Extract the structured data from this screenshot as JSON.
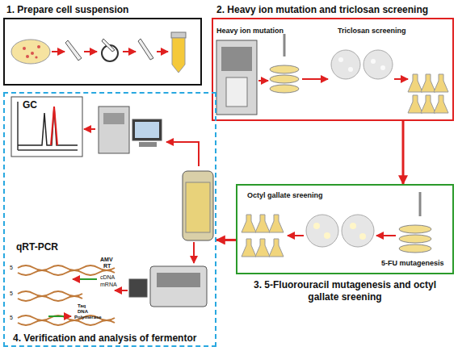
{
  "diagram": {
    "nodes": [
      {
        "text": [
          "1. Prepare cell suspension"
        ]
      },
      {
        "text": [
          "2. Heavy ion mutation and triclosan screening"
        ]
      },
      {
        "text": [
          "3. 5-Fluorouracil mutagenesis and octyl gallate sreening"
        ]
      },
      {
        "text": [
          "4. Verification and analysis of fermentor"
        ]
      }
    ],
    "edges": [
      {
        "from": 1,
        "to": 2,
        "arrow": "to"
      },
      {
        "from": 2,
        "to": 3,
        "arrow": "to"
      }
    ],
    "labels": [
      "Heavy ion mutation",
      "Triclosan screening",
      "Octyl gallate sreening",
      "5-FU mutagenesis",
      "GC",
      "qRT-PCR",
      "AMV",
      "RT",
      "cDNA",
      "mRNA",
      "Taq",
      "DNA",
      "Polymerase",
      "5",
      "5",
      "5"
    ]
  }
}
